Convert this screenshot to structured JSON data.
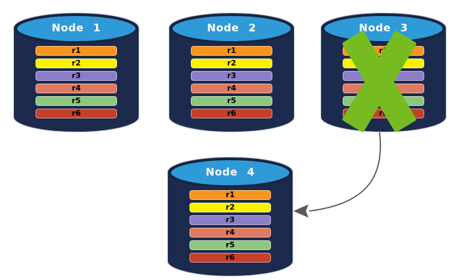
{
  "rows": [
    {
      "label": "r1",
      "color": "#F7941D"
    },
    {
      "label": "r2",
      "color": "#FAF000"
    },
    {
      "label": "r3",
      "color": "#8B7EC8"
    },
    {
      "label": "r4",
      "color": "#DD7A62"
    },
    {
      "label": "r5",
      "color": "#8EC67E"
    },
    {
      "label": "r6",
      "color": "#C63F28"
    }
  ],
  "nodes": [
    {
      "title": "Node 1",
      "crossed": false
    },
    {
      "title": "Node 2",
      "crossed": false
    },
    {
      "title": "Node 3",
      "crossed": true
    },
    {
      "title": "Node 4",
      "crossed": false
    }
  ],
  "colors": {
    "background": "#FFFFFF",
    "cylinder_body": "#1C2A4E",
    "cylinder_outline": "#C7CDD8",
    "cylinder_top": "#2E9AD8",
    "ellipse_border": "#16233E",
    "title_text": "#FFFFFF",
    "row_text": "#000000",
    "x_mark": "#76BC21",
    "arrow": "#595959"
  },
  "icons": {
    "x_mark": "x-mark-icon",
    "arrow": "curved-arrow-icon",
    "cylinder": "database-cylinder-icon"
  }
}
